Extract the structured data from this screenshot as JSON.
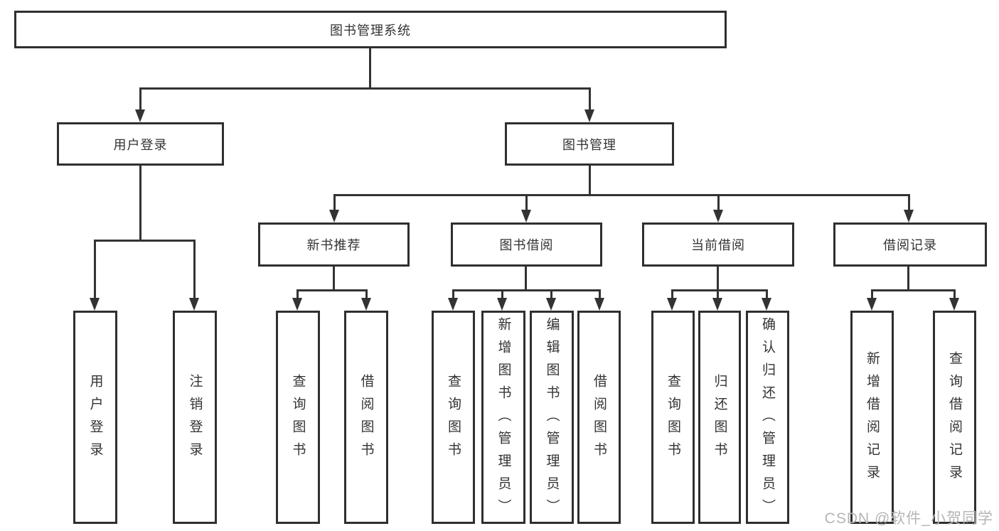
{
  "diagram": {
    "watermark": "CSDN @软件_小贺同学",
    "colors": {
      "line": "#333333",
      "box_border": "#2f2f2f",
      "box_fill": "#ffffff",
      "text": "#333333",
      "watermark_text": "#b5b5b5"
    },
    "tree": {
      "root": "图书管理系统",
      "branches": [
        {
          "label": "用户登录",
          "children": [
            "用户登录",
            "注销登录"
          ]
        },
        {
          "label": "图书管理",
          "groups": [
            {
              "label": "新书推荐",
              "children": [
                "查询图书",
                "借阅图书"
              ]
            },
            {
              "label": "图书借阅",
              "children": [
                "查询图书",
                "新增图书（管理员）",
                "编辑图书（管理员）",
                "借阅图书"
              ]
            },
            {
              "label": "当前借阅",
              "children": [
                "查询图书",
                "归还图书",
                "确认归还（管理员）"
              ]
            },
            {
              "label": "借阅记录",
              "children": [
                "新增借阅记录",
                "查询借阅记录"
              ]
            }
          ]
        }
      ]
    }
  }
}
